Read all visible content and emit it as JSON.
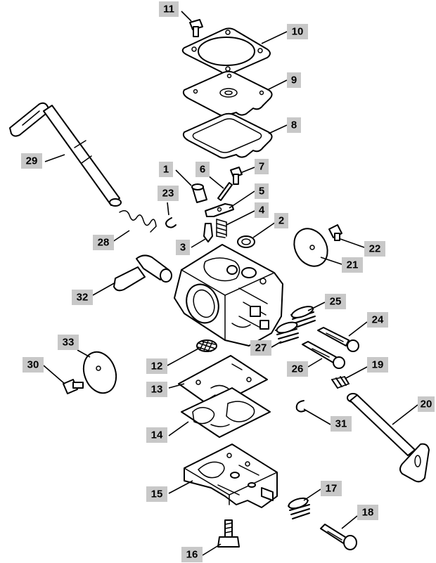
{
  "callouts": {
    "c1": "1",
    "c2": "2",
    "c3": "3",
    "c4": "4",
    "c5": "5",
    "c6": "6",
    "c7": "7",
    "c8": "8",
    "c9": "9",
    "c10": "10",
    "c11": "11",
    "c12": "12",
    "c13": "13",
    "c14": "14",
    "c15": "15",
    "c16": "16",
    "c17": "17",
    "c18": "18",
    "c19": "19",
    "c20": "20",
    "c21": "21",
    "c22": "22",
    "c23": "23",
    "c24": "24",
    "c25": "25",
    "c26": "26",
    "c27": "27",
    "c28": "28",
    "c29": "29",
    "c30": "30",
    "c31": "31",
    "c32": "32",
    "c33": "33"
  },
  "colors": {
    "callout_background": "#c8c8c8",
    "line": "#000000",
    "background": "#ffffff"
  }
}
